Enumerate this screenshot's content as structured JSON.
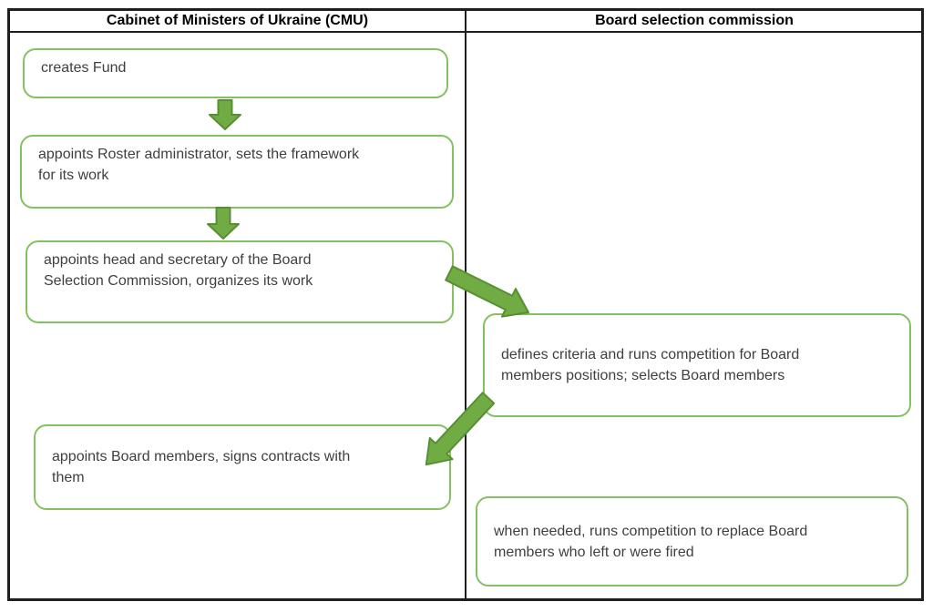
{
  "diagram": {
    "type": "swimlane-flowchart",
    "columns": [
      {
        "id": "cmu",
        "title": "Cabinet of Ministers of Ukraine (CMU)"
      },
      {
        "id": "bsc",
        "title": "Board selection commission"
      }
    ],
    "nodes": [
      {
        "id": "n1",
        "column": "cmu",
        "text": "creates Fund",
        "lines": [
          "creates Fund"
        ]
      },
      {
        "id": "n2",
        "column": "cmu",
        "text": "appoints Roster administrator, sets the framework for its work",
        "lines": [
          "appoints Roster administrator, sets the framework",
          "for its work"
        ]
      },
      {
        "id": "n3",
        "column": "cmu",
        "text": "appoints head and secretary of the Board Selection Commission, organizes its work",
        "lines": [
          "appoints head and secretary of the Board",
          "Selection Commission, organizes its work"
        ]
      },
      {
        "id": "n4",
        "column": "bsc",
        "text": "defines criteria and runs competition for Board members positions; selects Board members",
        "lines": [
          "defines criteria and runs competition for Board",
          "members positions; selects Board members"
        ]
      },
      {
        "id": "n5",
        "column": "cmu",
        "text": "appoints Board members, signs contracts with them",
        "lines": [
          "appoints Board members, signs contracts with",
          "them"
        ]
      },
      {
        "id": "n6",
        "column": "bsc",
        "text": "when needed, runs competition to replace Board members who left or were fired",
        "lines": [
          "when needed, runs competition to replace Board",
          "members who left or were fired"
        ]
      }
    ],
    "connectors": [
      {
        "from": "n1",
        "to": "n2",
        "direction": "down"
      },
      {
        "from": "n2",
        "to": "n3",
        "direction": "down"
      },
      {
        "from": "n3",
        "to": "n4",
        "direction": "down-right"
      },
      {
        "from": "n4",
        "to": "n5",
        "direction": "down-left"
      }
    ],
    "colors": {
      "box_border": "#84c160",
      "arrow_fill": "#71ab44",
      "arrow_stroke": "#579032",
      "node_text": "#3f3f3f",
      "header_text": "#000000",
      "table_border": "#1f1f1f",
      "background": "#ffffff"
    }
  }
}
